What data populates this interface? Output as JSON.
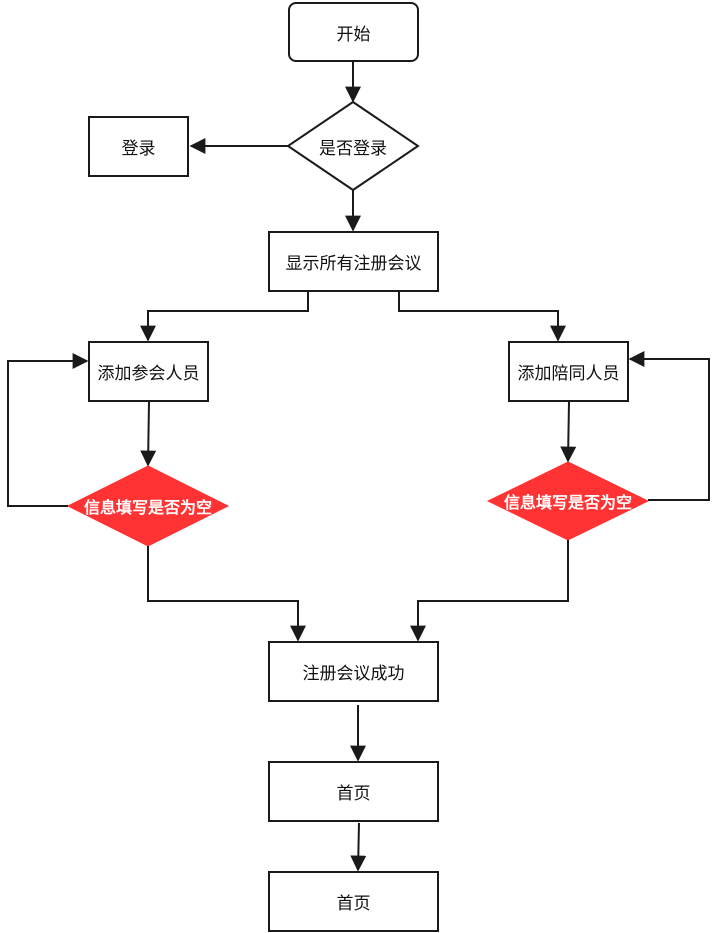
{
  "nodes": {
    "start": "开始",
    "is_logged_in": "是否登录",
    "login": "登录",
    "show_all": "显示所有注册会议",
    "add_attendee": "添加参会人员",
    "add_companion": "添加陪同人员",
    "info_empty_left": "信息填写是否为空",
    "info_empty_right": "信息填写是否为空",
    "register_success": "注册会议成功",
    "home_1": "首页",
    "home_2": "首页"
  },
  "colors": {
    "stroke": "#1a1a1a",
    "decision_fill": "#ff3333",
    "decision_text": "#ffffff"
  }
}
